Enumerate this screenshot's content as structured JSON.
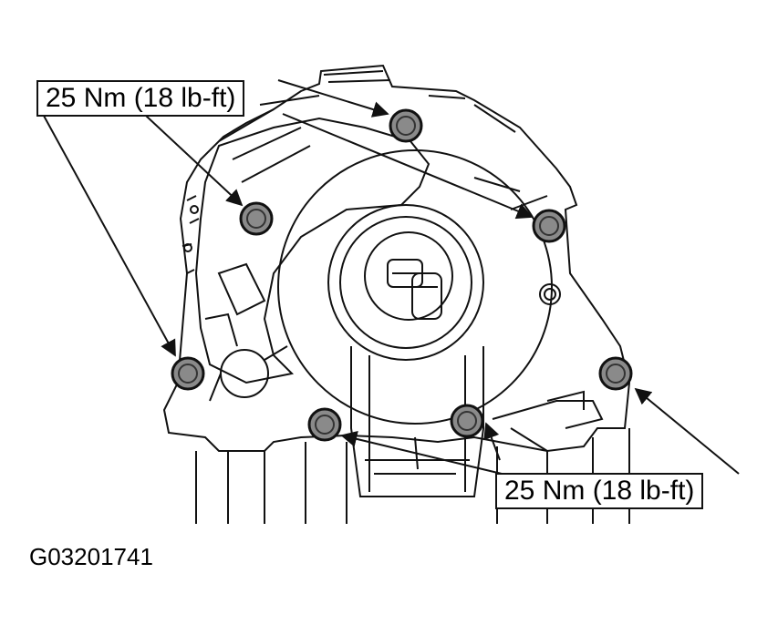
{
  "callouts": {
    "top": "25 Nm (18 lb-ft)",
    "bottom": "25 Nm (18 lb-ft)"
  },
  "figure_id": "G03201741",
  "colors": {
    "line": "#111111",
    "bolt_fill": "#8a8a8a",
    "background": "#ffffff"
  }
}
